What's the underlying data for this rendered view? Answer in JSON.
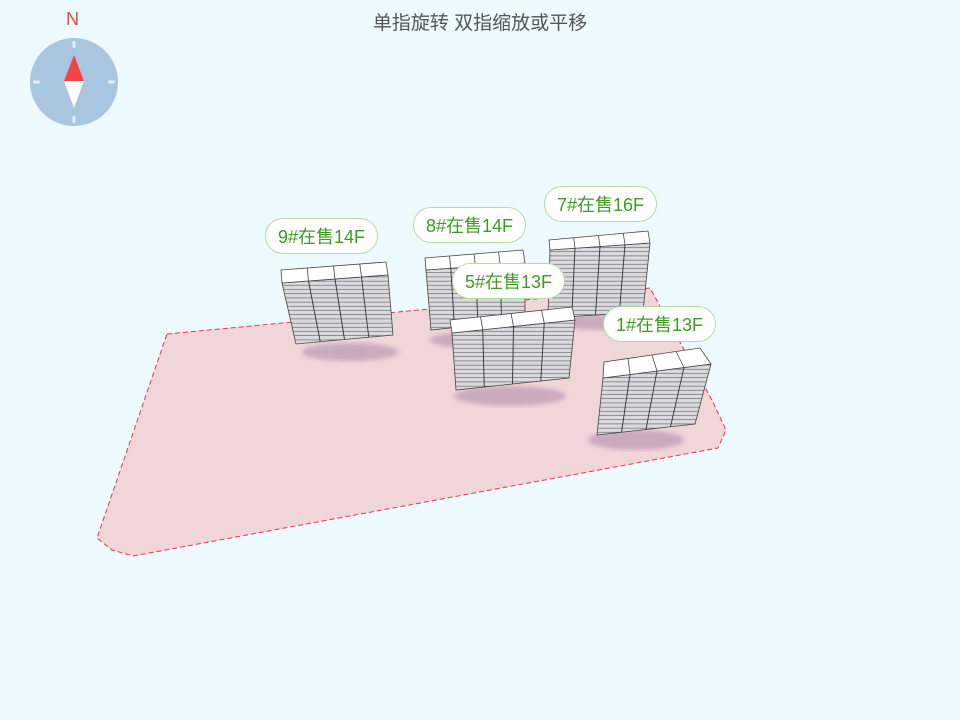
{
  "hint": "单指旋转 双指缩放或平移",
  "compass": {
    "north_label": "N",
    "icon": "compass-icon"
  },
  "colors": {
    "background": "#edfaff",
    "lot_fill": "#f0d5d9",
    "lot_stroke": "#ee3344",
    "label_text": "#3f9a22",
    "label_border": "#b4dca8",
    "compass_bg": "#a9c6e0",
    "needle_north": "#f44444"
  },
  "buildings": [
    {
      "id": "9#",
      "label": "9#在售14F",
      "floors": 14
    },
    {
      "id": "8#",
      "label": "8#在售14F",
      "floors": 14
    },
    {
      "id": "7#",
      "label": "7#在售16F",
      "floors": 16
    },
    {
      "id": "5#",
      "label": "5#在售13F",
      "floors": 13
    },
    {
      "id": "1#",
      "label": "1#在售13F",
      "floors": 13
    }
  ]
}
